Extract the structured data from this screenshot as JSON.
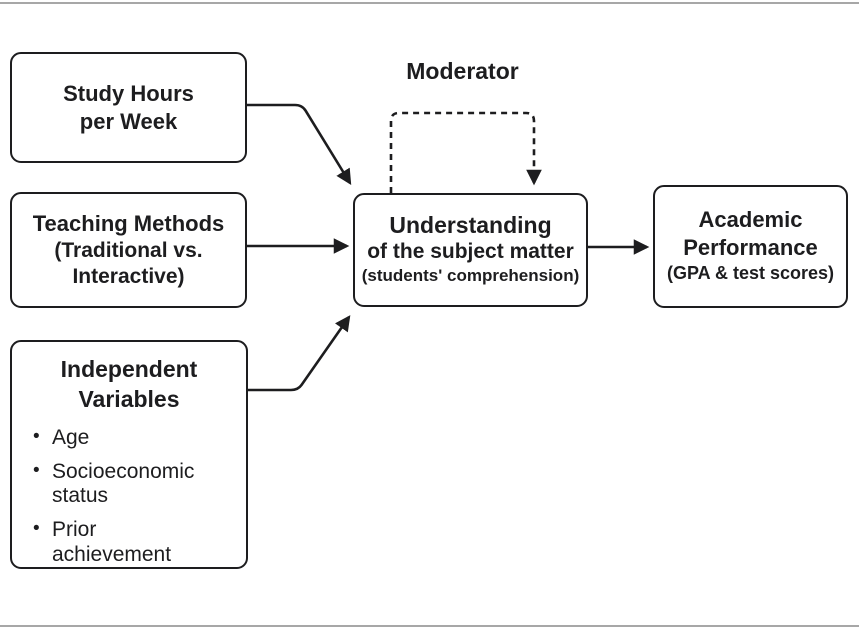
{
  "figure": {
    "moderator_label": "Moderator",
    "bullet_glyph": "•",
    "nodes": {
      "study_hours": {
        "label": "Study Hours per Week"
      },
      "teaching_methods": {
        "title": "Teaching Methods",
        "subtitle": "(Traditional vs. Interactive)"
      },
      "independent_variables": {
        "title": "Independent Variables",
        "bullets": [
          "Age",
          "Socioeconomic status",
          "Prior achievement"
        ]
      },
      "understanding": {
        "title": "Understanding",
        "subtitle": "of the subject matter",
        "note": "(students' comprehension)"
      },
      "academic_performance": {
        "title": "Academic Performance",
        "subtitle": "(GPA & test scores)"
      }
    },
    "colors": {
      "ink": "#1d1d1f",
      "divider": "#a7a7a7",
      "background": "#ffffff"
    }
  }
}
